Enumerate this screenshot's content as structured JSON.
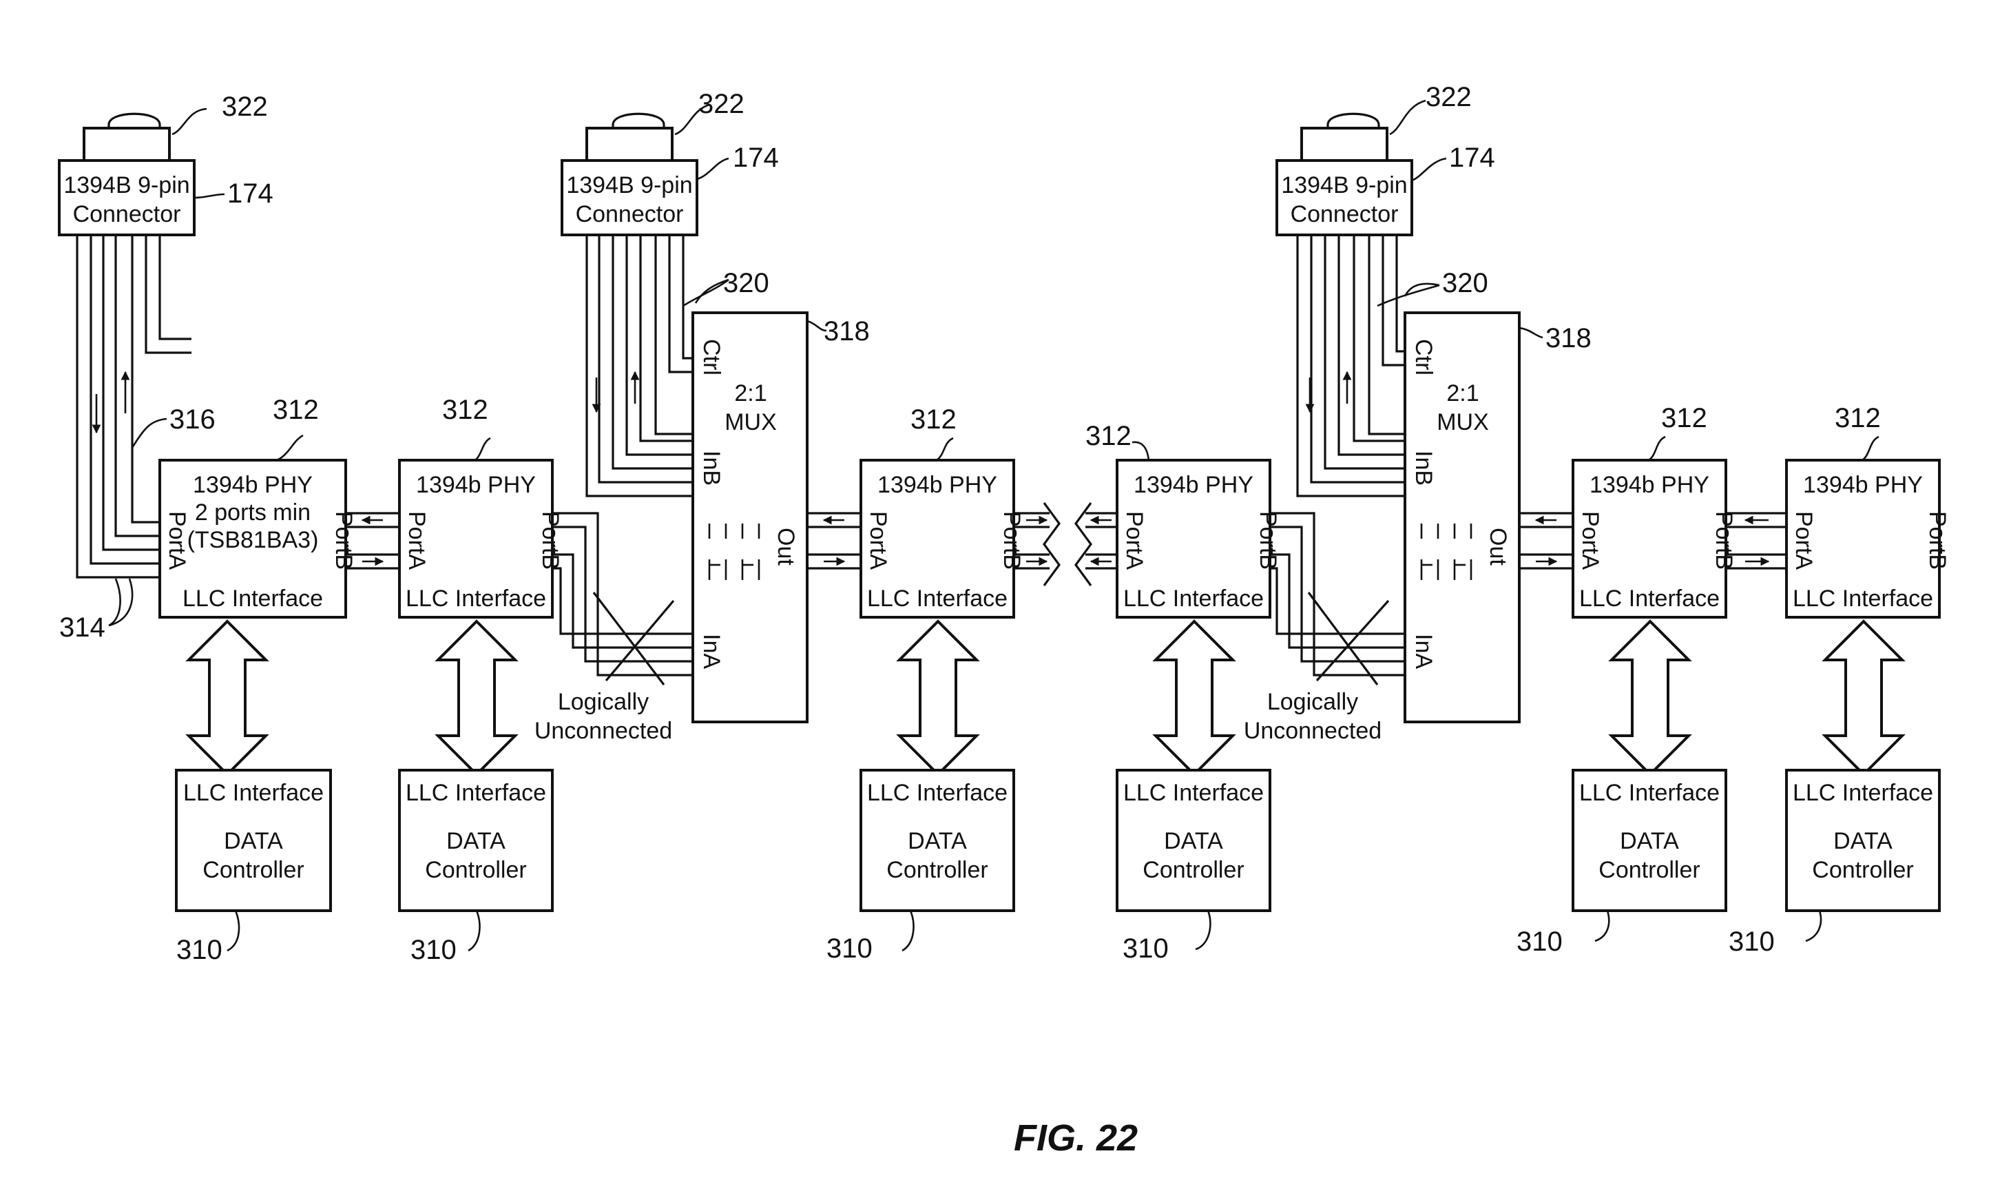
{
  "figure": {
    "caption": "FIG. 22",
    "connector": {
      "line1": "1394B 9-pin",
      "line2": "Connector"
    },
    "phy": {
      "title": "1394b PHY",
      "first_line2": "2 ports min",
      "first_line3": "(TSB81BA3)",
      "port_a": "PortA",
      "port_b": "PortB",
      "llc": "LLC Interface"
    },
    "mux": {
      "line1": "2:1",
      "line2": "MUX",
      "ctrl": "Ctrl",
      "in_b": "InB",
      "in_a": "InA",
      "out": "Out"
    },
    "controller": {
      "llc": "LLC Interface",
      "line1": "DATA",
      "line2": "Controller"
    },
    "note": {
      "line1": "Logically",
      "line2": "Unconnected"
    },
    "refs": {
      "plug": "322",
      "connector": "174",
      "ctrl_lines": "320",
      "mux": "318",
      "phy": "312",
      "controller": "310",
      "ports": "316",
      "lines": "314"
    }
  }
}
